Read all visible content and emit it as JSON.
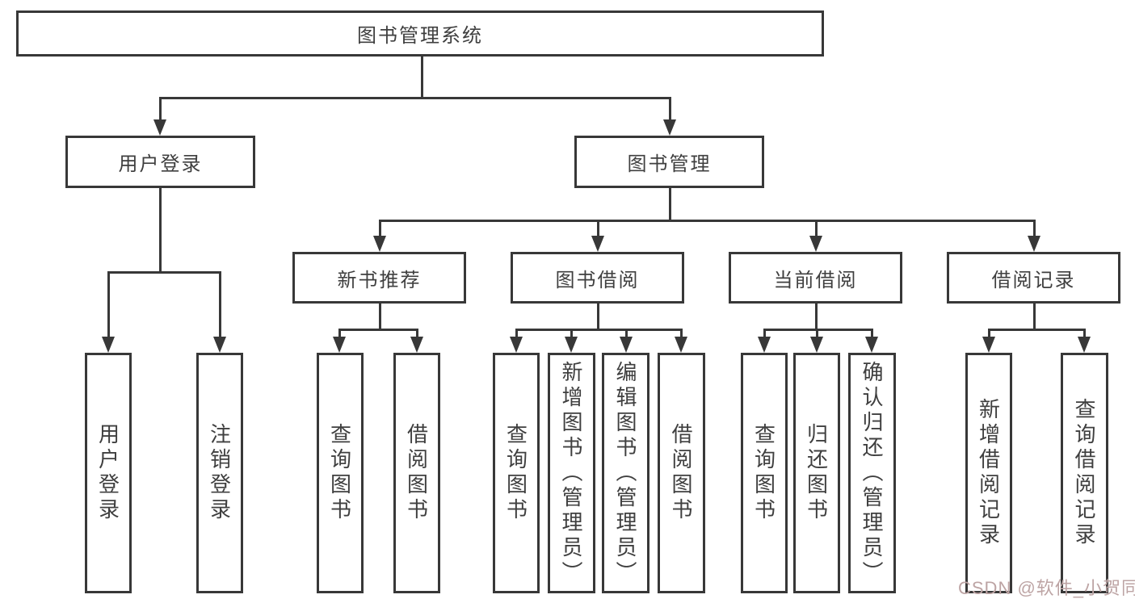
{
  "tree": {
    "root": {
      "label": "图书管理系统"
    },
    "branches": [
      {
        "label": "用户登录",
        "children": [
          {
            "label": "用户登录"
          },
          {
            "label": "注销登录"
          }
        ]
      },
      {
        "label": "图书管理",
        "groups": [
          {
            "label": "新书推荐",
            "children": [
              {
                "label": "查询图书"
              },
              {
                "label": "借阅图书"
              }
            ]
          },
          {
            "label": "图书借阅",
            "children": [
              {
                "label": "查询图书"
              },
              {
                "label": "新增图书（管理员）"
              },
              {
                "label": "编辑图书（管理员）"
              },
              {
                "label": "借阅图书"
              }
            ]
          },
          {
            "label": "当前借阅",
            "children": [
              {
                "label": "查询图书"
              },
              {
                "label": "归还图书"
              },
              {
                "label": "确认归还（管理员）"
              }
            ]
          },
          {
            "label": "借阅记录",
            "children": [
              {
                "label": "新增借阅记录"
              },
              {
                "label": "查询借阅记录"
              }
            ]
          }
        ]
      }
    ]
  },
  "watermark": {
    "text": "CSDN @软件_小贺同学"
  },
  "colors": {
    "background": "#ffffff",
    "line": "#383838",
    "box_border": "#383838",
    "text": "#3f3f3f",
    "watermark": "#bda4a4"
  }
}
